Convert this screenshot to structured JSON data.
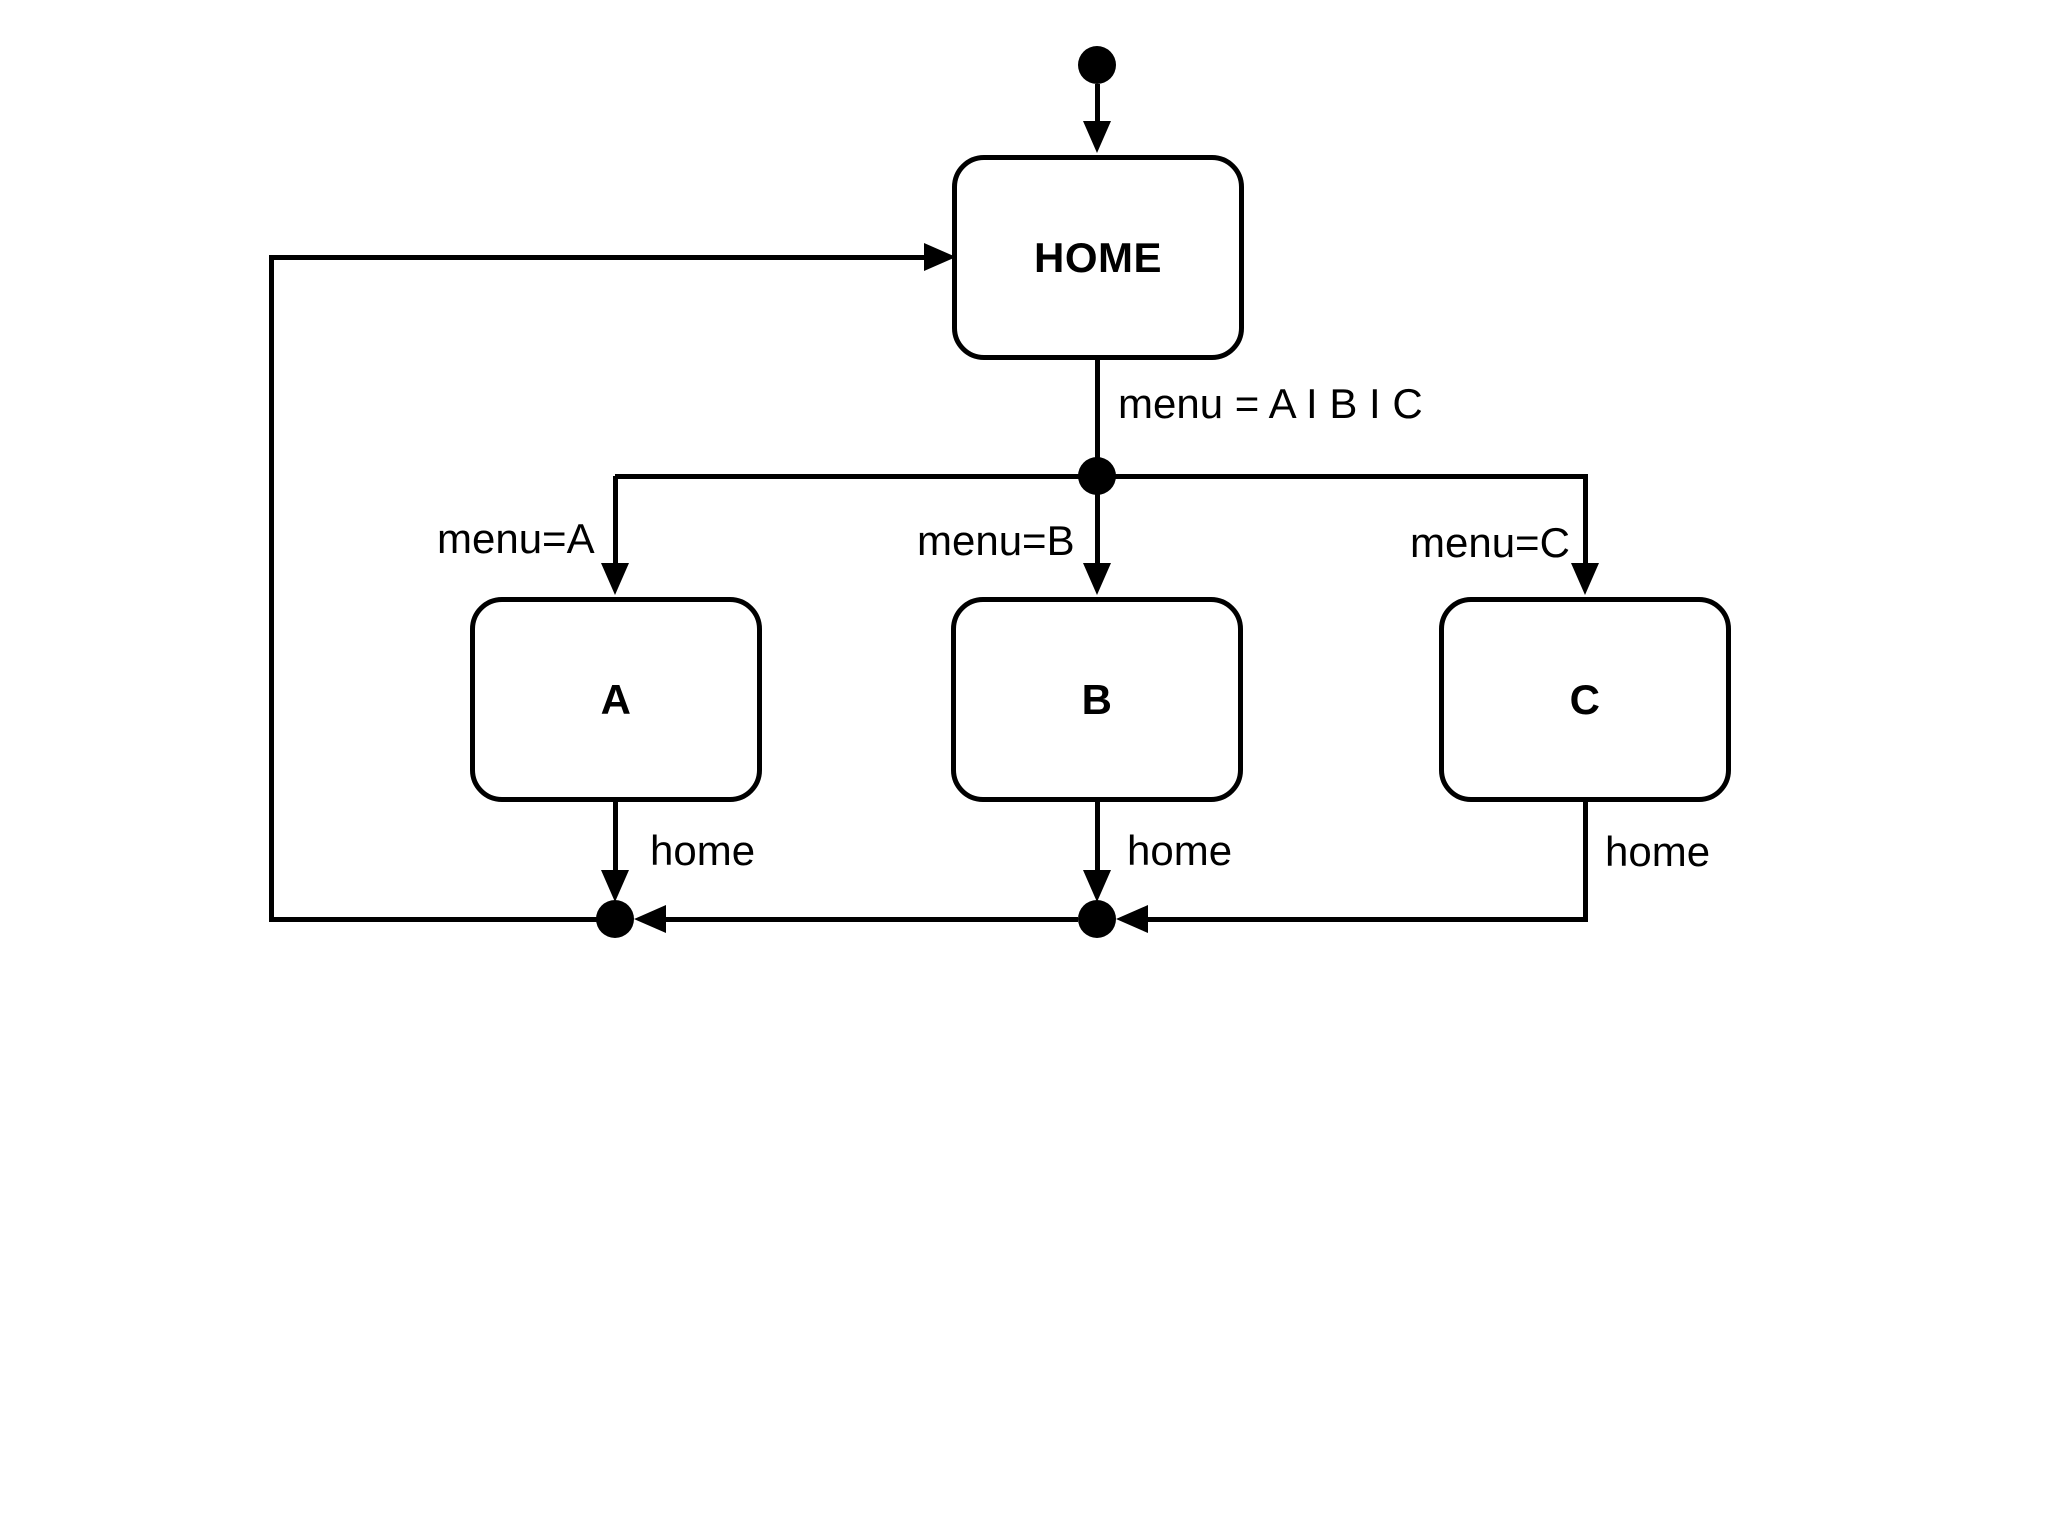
{
  "diagram": {
    "kind": "uml-state-diagram",
    "colors": {
      "background": "#ffffff",
      "stroke": "#000000",
      "text": "#000000"
    },
    "states": {
      "home": {
        "label": "HOME"
      },
      "a": {
        "label": "A"
      },
      "b": {
        "label": "B"
      },
      "c": {
        "label": "C"
      }
    },
    "transitions": {
      "menu_main": {
        "label": "menu = A I B I C"
      },
      "menu_a": {
        "label": "menu=A"
      },
      "menu_b": {
        "label": "menu=B"
      },
      "menu_c": {
        "label": "menu=C"
      },
      "home_from_a": {
        "label": "home"
      },
      "home_from_b": {
        "label": "home"
      },
      "home_from_c": {
        "label": "home"
      }
    }
  }
}
